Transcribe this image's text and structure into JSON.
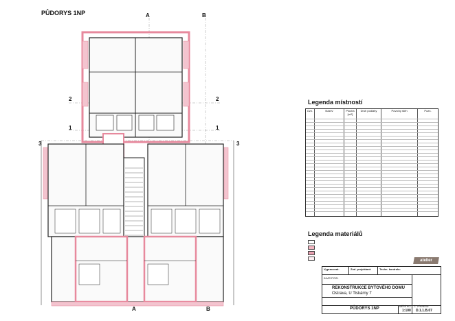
{
  "drawing": {
    "title": "PŮDORYS 1NP",
    "section_marks": [
      "A",
      "B"
    ],
    "axis_numbers": [
      "1",
      "2",
      "3"
    ]
  },
  "legend_rooms": {
    "title": "Legenda místností",
    "columns": [
      "Ozn.",
      "Název",
      "Plocha [m2]",
      "Druh podlahy",
      "Povrchy stěn",
      "Pozn."
    ]
  },
  "legend_materials": {
    "title": "Legenda materiálů",
    "colors": {
      "existing": "#ffffff",
      "new_masonry": "#f4b6c2",
      "demolition": "#e8a0b0"
    }
  },
  "title_block": {
    "company": "atelier",
    "project_title": "REKONSTRUKCE BYTOVÉHO DOMU",
    "location": "Ostrava, U Tiskárny 7",
    "drawing_name": "PŮDORYS 1NP",
    "scale": "1:100",
    "drawing_number": "D.1.1.B.07",
    "labels": {
      "author": "Vypracoval:",
      "responsible": "Zod. projektant:",
      "check": "Techn. kontrola:",
      "investor": "INVESTOR:",
      "scale": "MĚŘÍTKO:",
      "number": "Č. VÝKRESU:"
    }
  },
  "colors": {
    "wall": "#222222",
    "new_wall": "#e7899d",
    "hatch": "#f3c4cf",
    "grid": "#999999"
  }
}
